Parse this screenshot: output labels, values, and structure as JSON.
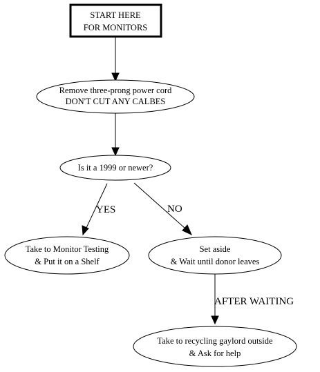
{
  "nodes": {
    "start": {
      "line1": "START HERE",
      "line2": "FOR MONITORS"
    },
    "remove": {
      "line1": "Remove three-prong power cord",
      "line2": "DON'T CUT ANY CALBES"
    },
    "question": {
      "line1": "Is it a 1999 or newer?"
    },
    "testing": {
      "line1": "Take to Monitor Testing",
      "line2": "& Put it on a Shelf"
    },
    "aside": {
      "line1": "Set aside",
      "line2": "& Wait until donor leaves"
    },
    "recycle": {
      "line1": "Take to recycling gaylord outside",
      "line2": "& Ask for help"
    }
  },
  "edges": {
    "yes": "YES",
    "no": "NO",
    "after_waiting": "AFTER WAITING"
  }
}
